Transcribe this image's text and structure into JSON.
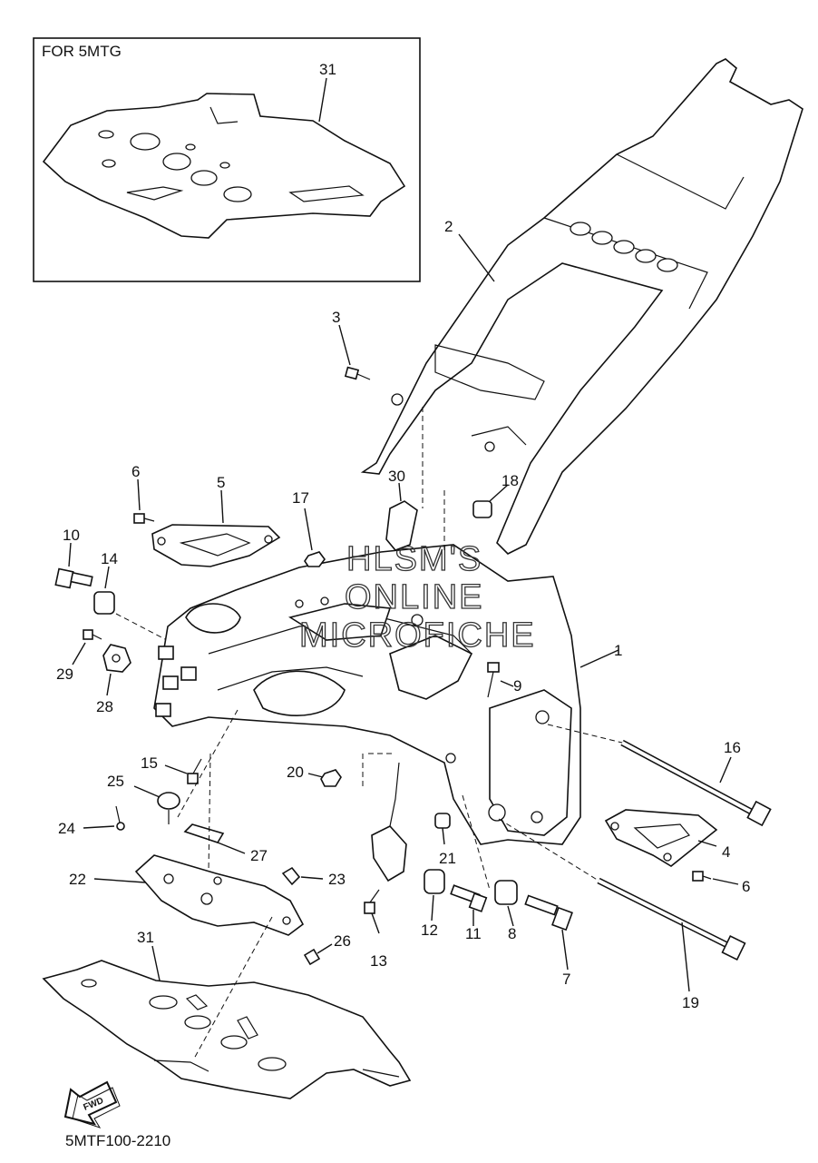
{
  "inset": {
    "title": "FOR 5MTG"
  },
  "watermark": {
    "line1": "HLSM'S",
    "line2": "ONLINE",
    "line3": "MICROFICHE"
  },
  "fwd_arrow": {
    "label": "FWD"
  },
  "footer": {
    "code": "5MTF100-2210"
  },
  "callouts": {
    "c1": "1",
    "c2": "2",
    "c3": "3",
    "c4": "4",
    "c5": "5",
    "c6a": "6",
    "c6b": "6",
    "c7": "7",
    "c8": "8",
    "c9": "9",
    "c10": "10",
    "c11": "11",
    "c12": "12",
    "c13": "13",
    "c14": "14",
    "c15": "15",
    "c16": "16",
    "c17": "17",
    "c18": "18",
    "c19": "19",
    "c20": "20",
    "c21": "21",
    "c22": "22",
    "c23": "23",
    "c24": "24",
    "c25": "25",
    "c26": "26",
    "c27": "27",
    "c28": "28",
    "c29": "29",
    "c30": "30",
    "c31a": "31",
    "c31b": "31"
  }
}
